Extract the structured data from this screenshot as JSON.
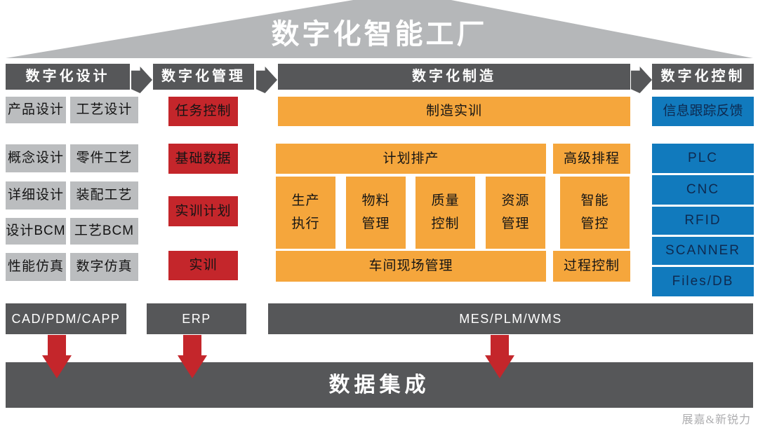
{
  "title": "数字化智能工厂",
  "columns": {
    "design": {
      "header": "数字化设计",
      "rows": [
        [
          "产品设计",
          "工艺设计"
        ],
        [
          "概念设计",
          "零件工艺"
        ],
        [
          "详细设计",
          "装配工艺"
        ],
        [
          "设计BCM",
          "工艺BCM"
        ],
        [
          "性能仿真",
          "数字仿真"
        ]
      ]
    },
    "management": {
      "header": "数字化管理",
      "items": [
        "任务控制",
        "基础数据",
        "实训计划",
        "实训"
      ]
    },
    "manufacturing": {
      "header": "数字化制造",
      "top_box": "制造实训",
      "plan_box": "计划排产",
      "advanced_box": "高级排程",
      "cells": [
        "生产\n执行",
        "物料\n管理",
        "质量\n控制",
        "资源\n管理",
        "智能\n管控"
      ],
      "workshop_box": "车间现场管理",
      "process_box": "过程控制"
    },
    "control": {
      "header": "数字化控制",
      "feedback_box": "信息跟踪反馈",
      "devices": [
        "PLC",
        "CNC",
        "RFID",
        "SCANNER",
        "Files/DB"
      ]
    }
  },
  "bottom": {
    "systems": [
      "CAD/PDM/CAPP",
      "ERP",
      "MES/PLM/WMS"
    ],
    "integration": "数据集成"
  },
  "watermark": "展嘉&新锐力",
  "colors": {
    "roof": "#b5b7b9",
    "dark_gray": "#565759",
    "light_gray": "#bbbdbf",
    "red": "#c4262b",
    "orange": "#f5a63c",
    "blue": "#117abd",
    "blue_text": "#0e2a50"
  }
}
